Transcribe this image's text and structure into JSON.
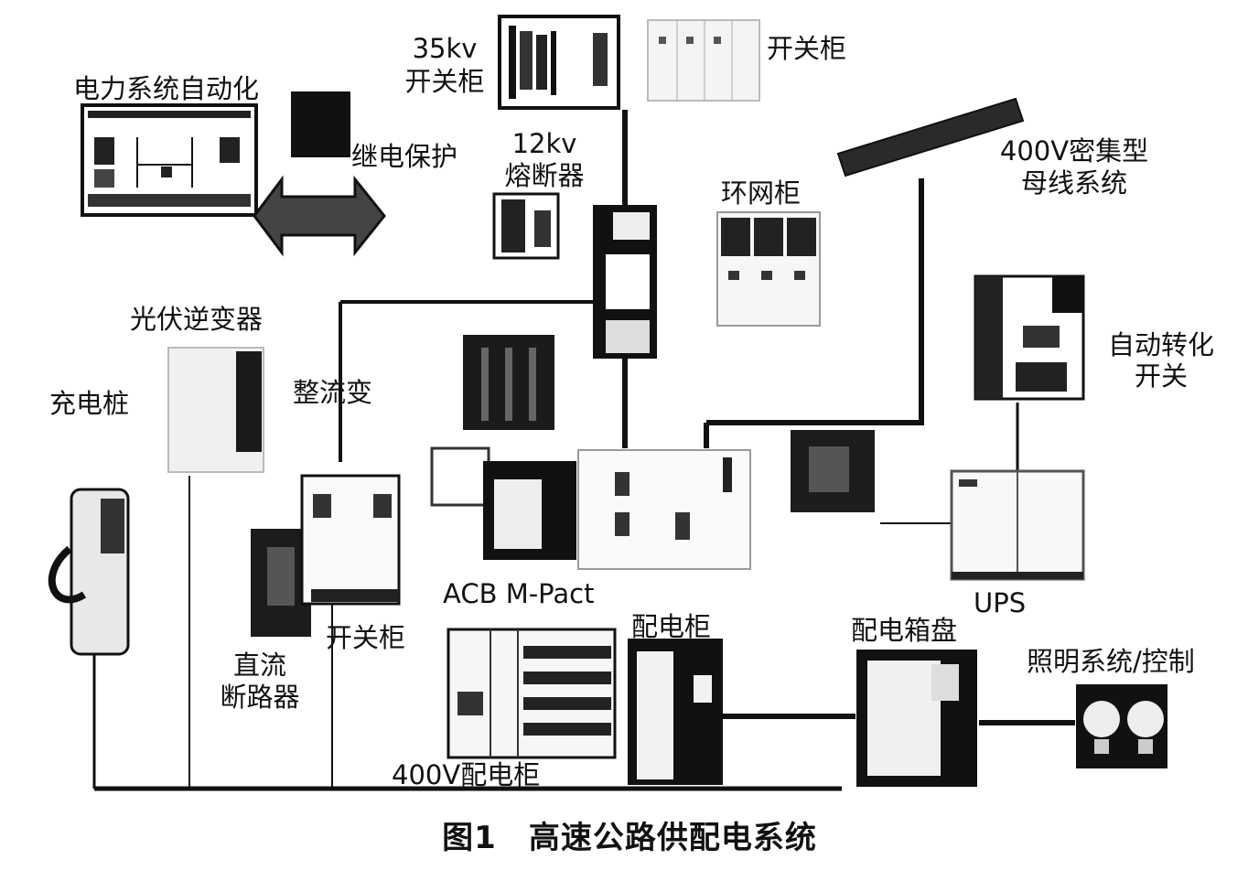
{
  "caption": "图1　高速公路供配电系统",
  "labels": {
    "automation": "电力系统自动化",
    "relay": "继电保护",
    "kv35_a": "35kv",
    "kv35_b": "开关柜",
    "switchgear_top": "开关柜",
    "fuse_a": "12kv",
    "fuse_b": "熔断器",
    "busway_a": "400V密集型",
    "busway_b": "母线系统",
    "ring_main": "环网柜",
    "pv_inverter": "光伏逆变器",
    "charging_pile": "充电桩",
    "rectifier": "整流变",
    "ats_a": "自动转化",
    "ats_b": "开关",
    "acb": "ACB M-Pact",
    "ups": "UPS",
    "dc_breaker_a": "直流",
    "dc_breaker_b": "断路器",
    "switchgear_mid": "开关柜",
    "distribution_cabinet": "配电柜",
    "distribution_box": "配电箱盘",
    "lighting": "照明系统/控制",
    "lv_cabinet": "400V配电柜"
  }
}
